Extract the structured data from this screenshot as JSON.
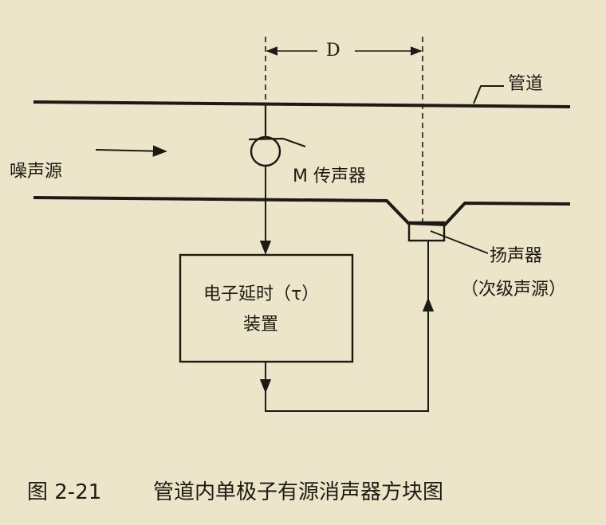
{
  "diagram": {
    "dimension_label": "D",
    "pipe_label": "管道",
    "noise_source_label": "噪声源",
    "microphone_label": "M 传声器",
    "delay_device_line1": "电子延时（τ）",
    "delay_device_line2": "装置",
    "speaker_label": "扬声器",
    "speaker_sublabel": "（次级声源）"
  },
  "caption": {
    "figure_number": "图 2-21",
    "title": "管道内单极子有源消声器方块图"
  },
  "colors": {
    "background": "#ece5c9",
    "ink": "#1d1a14"
  }
}
